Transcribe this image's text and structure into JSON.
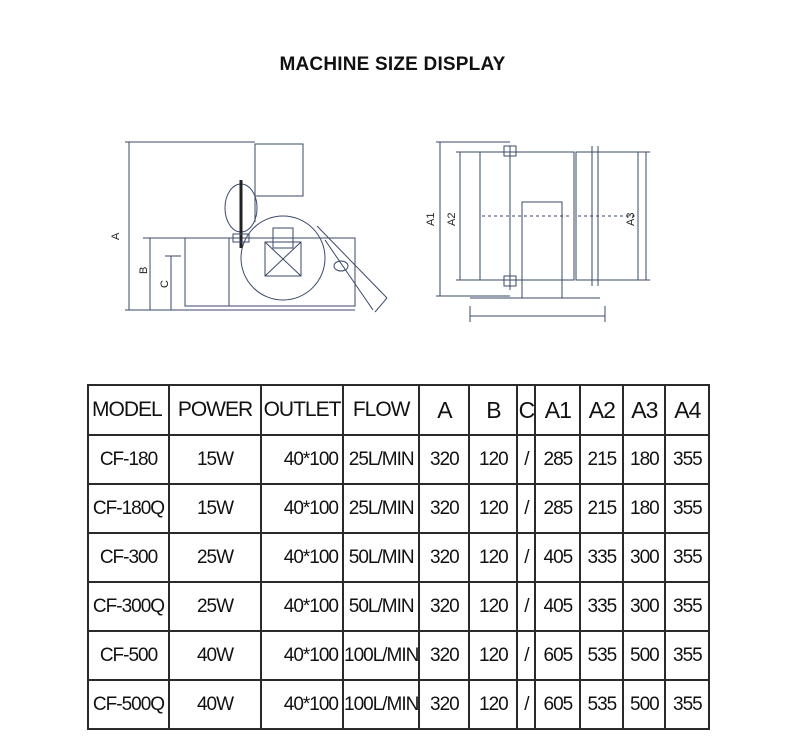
{
  "title": "MACHINE SIZE DISPLAY",
  "drawing": {
    "side_labels": [
      "A",
      "B",
      "C"
    ],
    "front_labels": [
      "A1",
      "A2",
      "A3"
    ],
    "line_color": "#3a4a6a"
  },
  "table": {
    "headers": [
      "MODEL",
      "POWER",
      "OUTLET",
      "FLOW",
      "A",
      "B",
      "C",
      "A1",
      "A2",
      "A3",
      "A4"
    ],
    "rows": [
      [
        "CF-180",
        "15W",
        "40*100",
        "25L/MIN",
        "320",
        "120",
        "/",
        "285",
        "215",
        "180",
        "355"
      ],
      [
        "CF-180Q",
        "15W",
        "40*100",
        "25L/MIN",
        "320",
        "120",
        "/",
        "285",
        "215",
        "180",
        "355"
      ],
      [
        "CF-300",
        "25W",
        "40*100",
        "50L/MIN",
        "320",
        "120",
        "/",
        "405",
        "335",
        "300",
        "355"
      ],
      [
        "CF-300Q",
        "25W",
        "40*100",
        "50L/MIN",
        "320",
        "120",
        "/",
        "405",
        "335",
        "300",
        "355"
      ],
      [
        "CF-500",
        "40W",
        "40*100",
        "100L/MIN",
        "320",
        "120",
        "/",
        "605",
        "535",
        "500",
        "355"
      ],
      [
        "CF-500Q",
        "40W",
        "40*100",
        "100L/MIN",
        "320",
        "120",
        "/",
        "605",
        "535",
        "500",
        "355"
      ]
    ]
  }
}
